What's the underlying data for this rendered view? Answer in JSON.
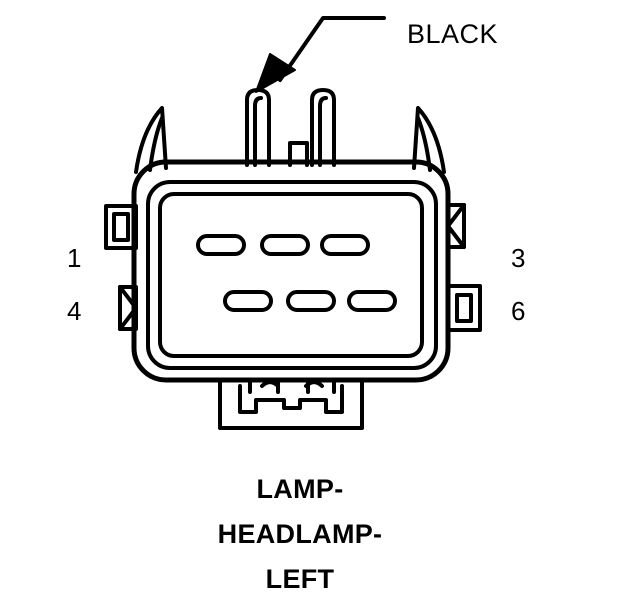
{
  "wire_color_label": "BLACK",
  "pin_labels": {
    "pin_1": "1",
    "pin_3": "3",
    "pin_4": "4",
    "pin_6": "6"
  },
  "caption": {
    "line1": "LAMP-",
    "line2": "HEADLAMP-",
    "line3": "LEFT"
  }
}
